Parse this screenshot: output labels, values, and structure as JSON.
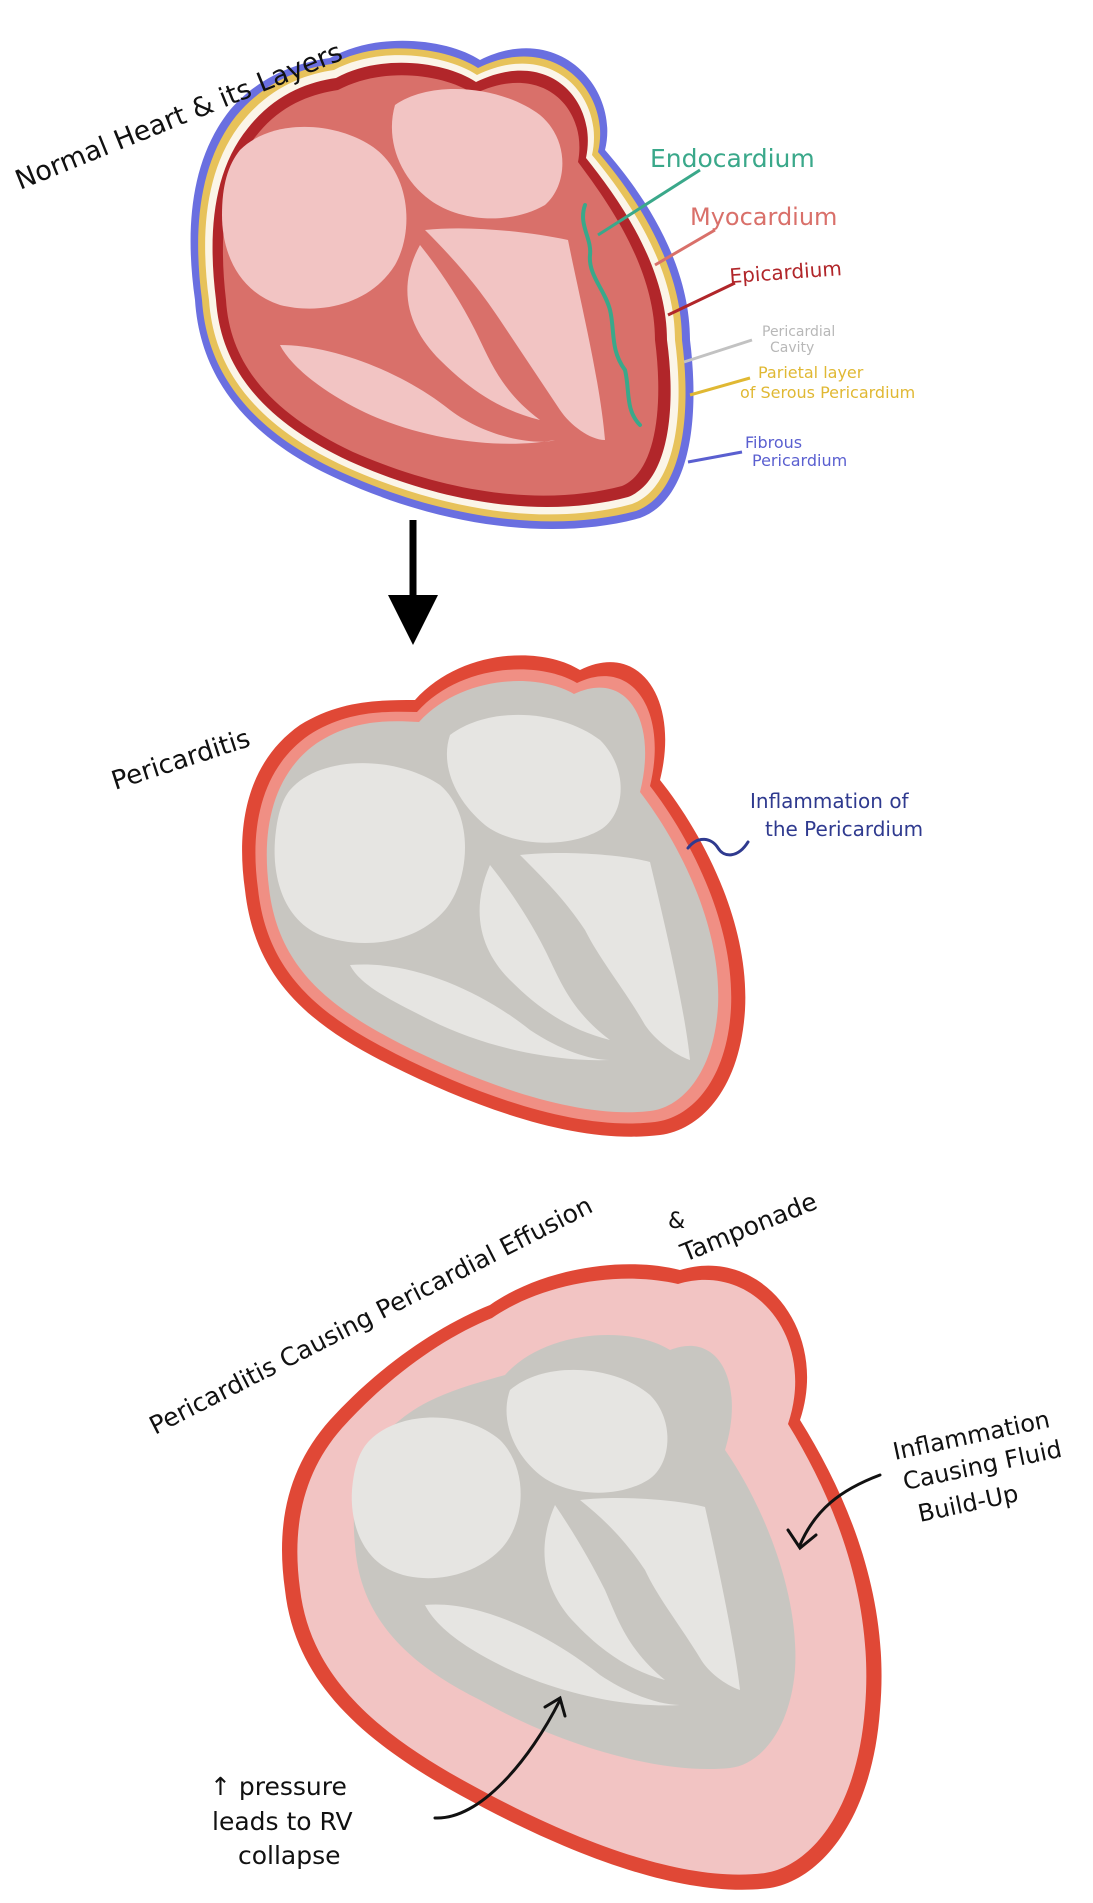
{
  "labels": {
    "title_normal": "Normal Heart & its Layers",
    "endocardium": "Endocardium",
    "myocardium": "Myocardium",
    "epicardium": "Epicardium",
    "pericardial_cavity_1": "Pericardial",
    "pericardial_cavity_2": "Cavity",
    "parietal_1": "Parietal layer",
    "parietal_2": "of Serous Pericardium",
    "fibrous_1": "Fibrous",
    "fibrous_2": "Pericardium",
    "title_pericarditis": "Pericarditis",
    "inflammation_1": "Inflammation of",
    "inflammation_2": "the Pericardium",
    "title_effusion": "Pericarditis Causing Pericardial Effusion",
    "title_effusion_amp": "&",
    "title_tamponade": "Tamponade",
    "fluid_1": "Inflammation",
    "fluid_2": "Causing Fluid",
    "fluid_3": "Build-Up",
    "pressure_1": "↑ pressure",
    "pressure_2": "leads to RV",
    "pressure_3": "collapse"
  },
  "colors": {
    "myocardium": "#d9706a",
    "chamber_pink": "#f2c4c3",
    "epicardium": "#b1262a",
    "parietal": "#e7c25a",
    "fibrous": "#6a6fe0",
    "endocardium_label": "#3aa88a",
    "myocardium_label": "#d9706a",
    "epicardium_label": "#b1262a",
    "cavity_label": "#b8b8b8",
    "parietal_label": "#e0b833",
    "fibrous_label": "#5a5fd0",
    "grey_wall": "#c8c6c1",
    "grey_chamber": "#e6e5e2",
    "inflamed_outer": "#e04836",
    "inflamed_inner": "#f08f84",
    "inflammation_label": "#2f3a8f",
    "effusion_fluid": "#f2c4c3"
  }
}
